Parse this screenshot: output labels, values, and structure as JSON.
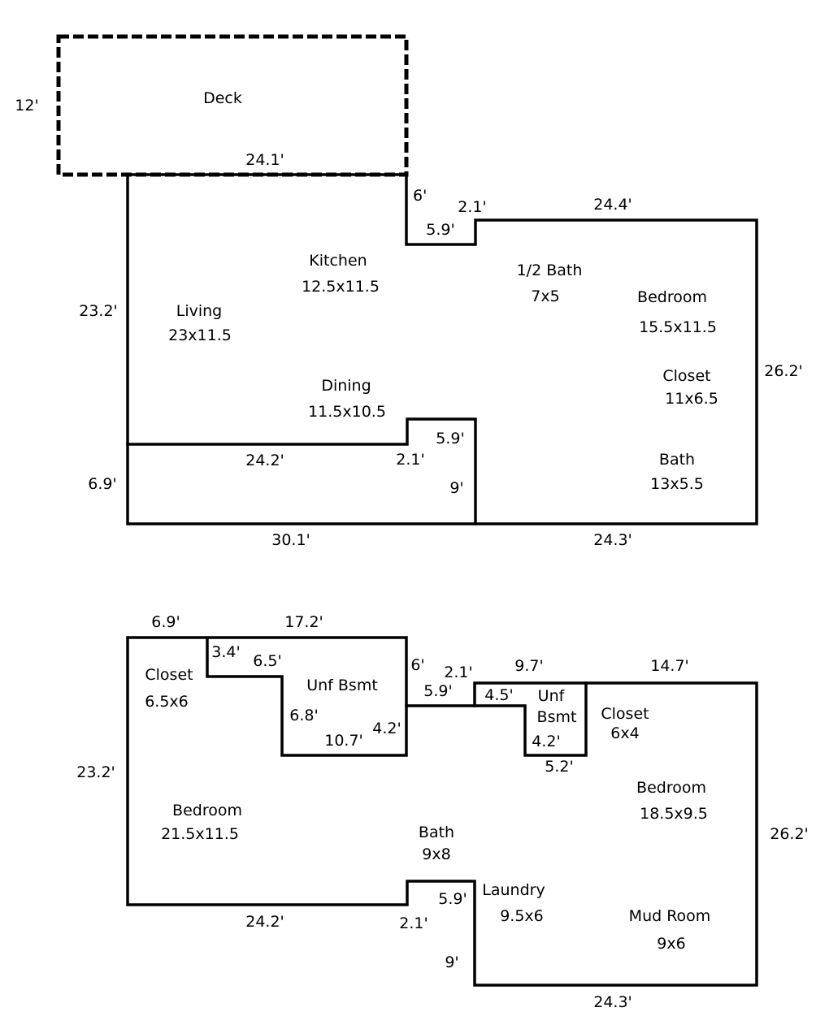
{
  "main_floor": {
    "deck": {
      "name": "Deck",
      "depth": "12'",
      "width": "24.1'"
    },
    "rooms": {
      "kitchen": {
        "name": "Kitchen",
        "size": "12.5x11.5"
      },
      "living": {
        "name": "Living",
        "size": "23x11.5"
      },
      "dining": {
        "name": "Dining",
        "size": "11.5x10.5"
      },
      "half_bath": {
        "name": "1/2 Bath",
        "size": "7x5"
      },
      "bedroom": {
        "name": "Bedroom",
        "size": "15.5x11.5"
      },
      "closet": {
        "name": "Closet",
        "size": "11x6.5"
      },
      "bath": {
        "name": "Bath",
        "size": "13x5.5"
      }
    },
    "dims": {
      "left_upper": "23.2'",
      "left_lower": "6.9'",
      "notch_top_vertical": "6'",
      "notch_top_small": "2.1'",
      "notch_top_horizontal": "5.9'",
      "top_right": "24.4'",
      "right": "26.2'",
      "mid_wall": "24.2'",
      "notch_bottom_small": "2.1'",
      "notch_bottom_horizontal": "5.9'",
      "notch_bottom_vertical": "9'",
      "bottom_left": "30.1'",
      "bottom_right": "24.3'"
    }
  },
  "lower_floor": {
    "rooms": {
      "closet_left": {
        "name": "Closet",
        "size": "6.5x6"
      },
      "unf_bsmt_left": {
        "name": "Unf Bsmt"
      },
      "unf_bsmt_right": {
        "name_line1": "Unf",
        "name_line2": "Bsmt"
      },
      "closet_right": {
        "name": "Closet",
        "size": "6x4"
      },
      "bedroom_left": {
        "name": "Bedroom",
        "size": "21.5x11.5"
      },
      "bedroom_right": {
        "name": "Bedroom",
        "size": "18.5x9.5"
      },
      "bath": {
        "name": "Bath",
        "size": "9x8"
      },
      "laundry": {
        "name": "Laundry",
        "size": "9.5x6"
      },
      "mud_room": {
        "name": "Mud Room",
        "size": "9x6"
      }
    },
    "dims": {
      "top_left": "6.9'",
      "top_mid": "17.2'",
      "step_a": "3.4'",
      "step_b": "6.5'",
      "step_c": "6.8'",
      "step_d": "10.7'",
      "step_e": "4.2'",
      "notch_vertical": "6'",
      "notch_small": "2.1'",
      "notch_horizontal": "5.9'",
      "right_top_a": "9.7'",
      "right_top_b": "14.7'",
      "bsmt_a": "4.5'",
      "bsmt_b": "4.2'",
      "bsmt_c": "5.2'",
      "left": "23.2'",
      "right": "26.2'",
      "bottom_left": "24.2'",
      "notch_bottom_small": "2.1'",
      "notch_bottom_horizontal": "5.9'",
      "notch_bottom_vertical": "9'",
      "bottom_right": "24.3'"
    }
  }
}
